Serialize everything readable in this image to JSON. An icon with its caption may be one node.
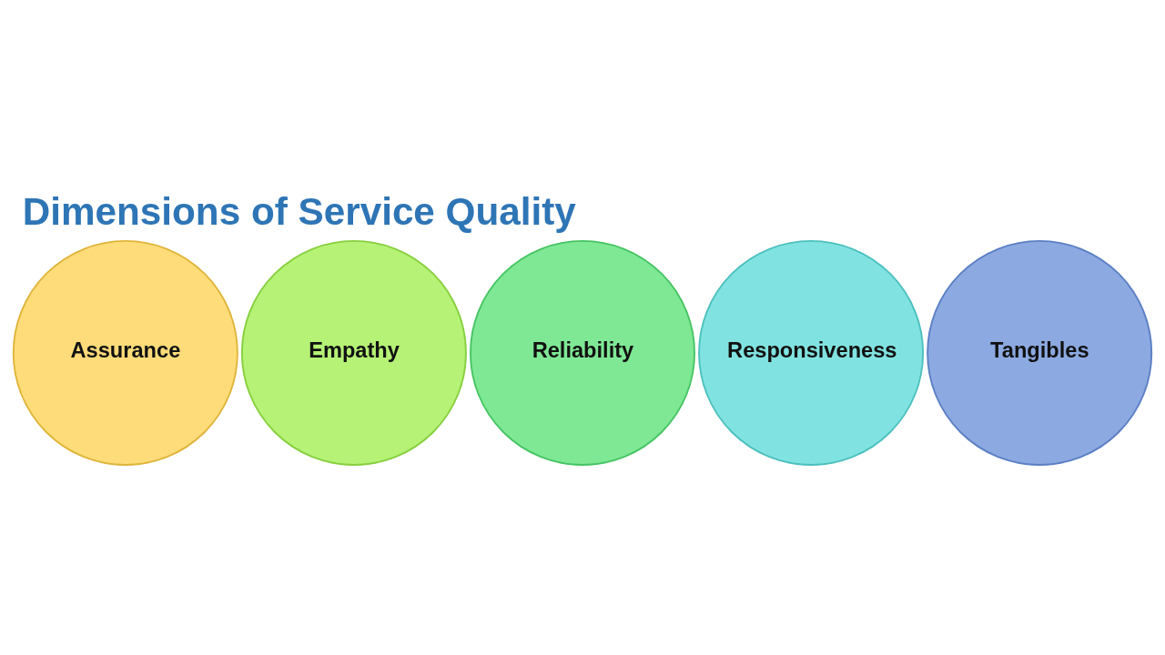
{
  "diagram": {
    "title": "Dimensions of Service Quality",
    "nodes": [
      {
        "text": [
          "Assurance"
        ]
      },
      {
        "text": [
          "Reliability"
        ]
      },
      {
        "text": [
          "Tangibles"
        ]
      },
      {
        "text": [
          "Empathy"
        ]
      },
      {
        "text": [
          "Responsiveness"
        ]
      }
    ]
  }
}
